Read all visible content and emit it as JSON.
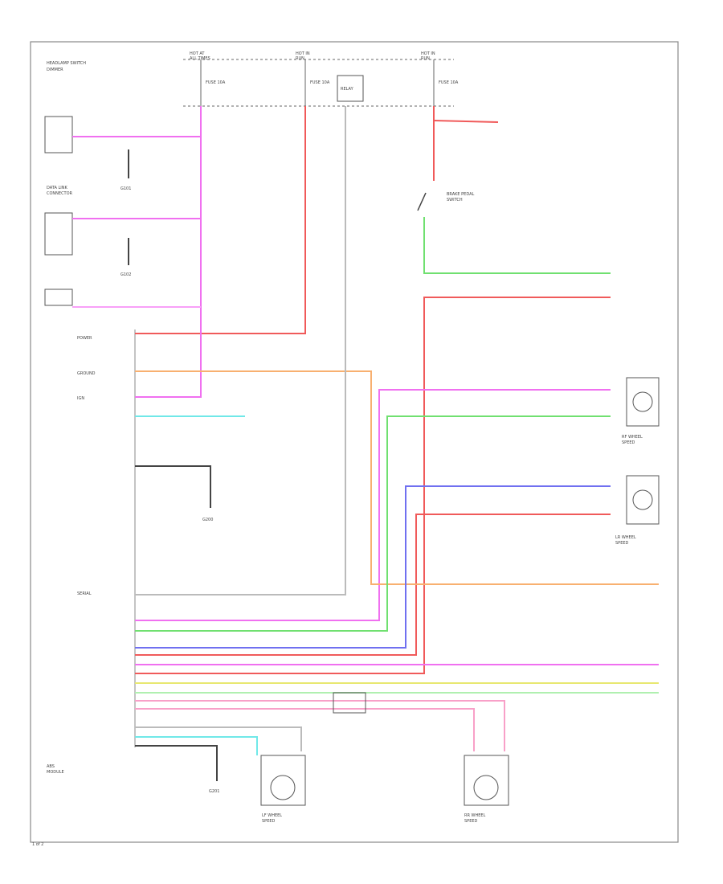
{
  "diagram": {
    "texts": {
      "fuse_1_title": "HOT AT",
      "fuse_1_sub": "ALL TIMES",
      "fuse_2_title": "HOT IN",
      "fuse_2_sub": "RUN",
      "fuse_3_title": "HOT IN",
      "fuse_3_sub": "RUN",
      "fuse_1_rating": "FUSE 10A",
      "fuse_2_rating": "FUSE 10A",
      "fuse_3_rating": "FUSE 10A",
      "relay_label": "RELAY",
      "header_left": "HEADLAMP SWITCH",
      "header_left_2": "DIMMER",
      "sensor_block_1": "DATA LINK",
      "sensor_block_2": "CONNECTOR",
      "brake_switch_1": "BRAKE PEDAL",
      "brake_switch_2": "SWITCH",
      "ground_1": "G101",
      "ground_2": "G102",
      "ground_3": "G200",
      "ground_4": "G201",
      "module_1": "ABS",
      "module_2": "MODULE",
      "lf_sensor_1": "LF WHEEL",
      "lf_sensor_2": "SPEED",
      "rf_sensor_1": "RF WHEEL",
      "rf_sensor_2": "SPEED",
      "lr_sensor_1": "LR WHEEL",
      "lr_sensor_2": "SPEED",
      "rr_sensor_1": "RR WHEEL",
      "rr_sensor_2": "SPEED",
      "pin_label_1": "POWER",
      "pin_label_2": "GROUND",
      "pin_label_3": "IGN",
      "pin_label_4": "SERIAL",
      "footer": "1 of 2"
    }
  }
}
